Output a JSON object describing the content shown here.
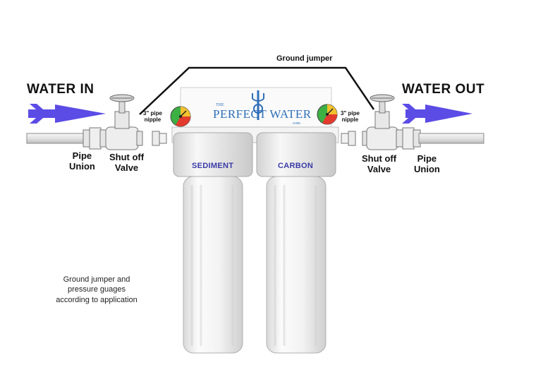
{
  "labels": {
    "water_in": "WATER IN",
    "water_out": "WATER OUT",
    "ground_jumper": "Ground jumper",
    "pipe_union_left": [
      "Pipe",
      "Union"
    ],
    "shut_off_valve_left": [
      "Shut off",
      "Valve"
    ],
    "pipe_nipple_left": [
      "3\" pipe",
      "nipple"
    ],
    "pipe_nipple_right": [
      "3\" pipe",
      "nipple"
    ],
    "shut_off_valve_right": [
      "Shut off",
      "Valve"
    ],
    "pipe_union_right": [
      "Pipe",
      "Union"
    ],
    "sediment": "SEDIMENT",
    "carbon": "CARBON",
    "brand_top": "THE",
    "brand_main": "PERFECT WATER",
    "brand_sub": ".com",
    "note": [
      "Ground jumper and",
      "pressure guages",
      "according to application"
    ]
  },
  "colors": {
    "arrow": "#5b4ce6",
    "housing_label": "#3a3aa8",
    "brand": "#2f6fb8",
    "gauge_green": "#3cb043",
    "gauge_yellow": "#f2c12e",
    "gauge_red": "#e23b2e"
  }
}
